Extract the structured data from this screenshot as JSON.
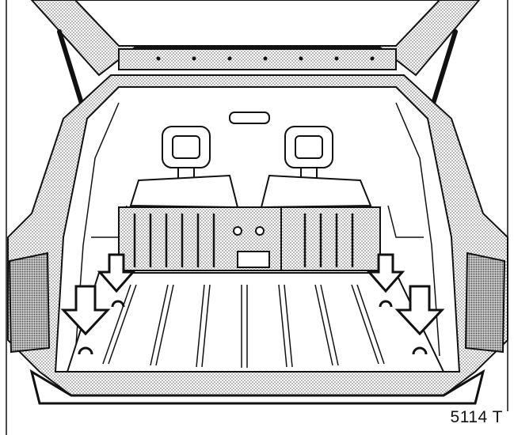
{
  "figure": {
    "reference_code": "5114 T",
    "subject": "vehicle-cargo-area-rear-view",
    "arrow_count": 4,
    "tie_down_hook_count": 4,
    "colors": {
      "ink": "#111111",
      "hatch": "#9a9a9a",
      "background": "#ffffff"
    }
  }
}
